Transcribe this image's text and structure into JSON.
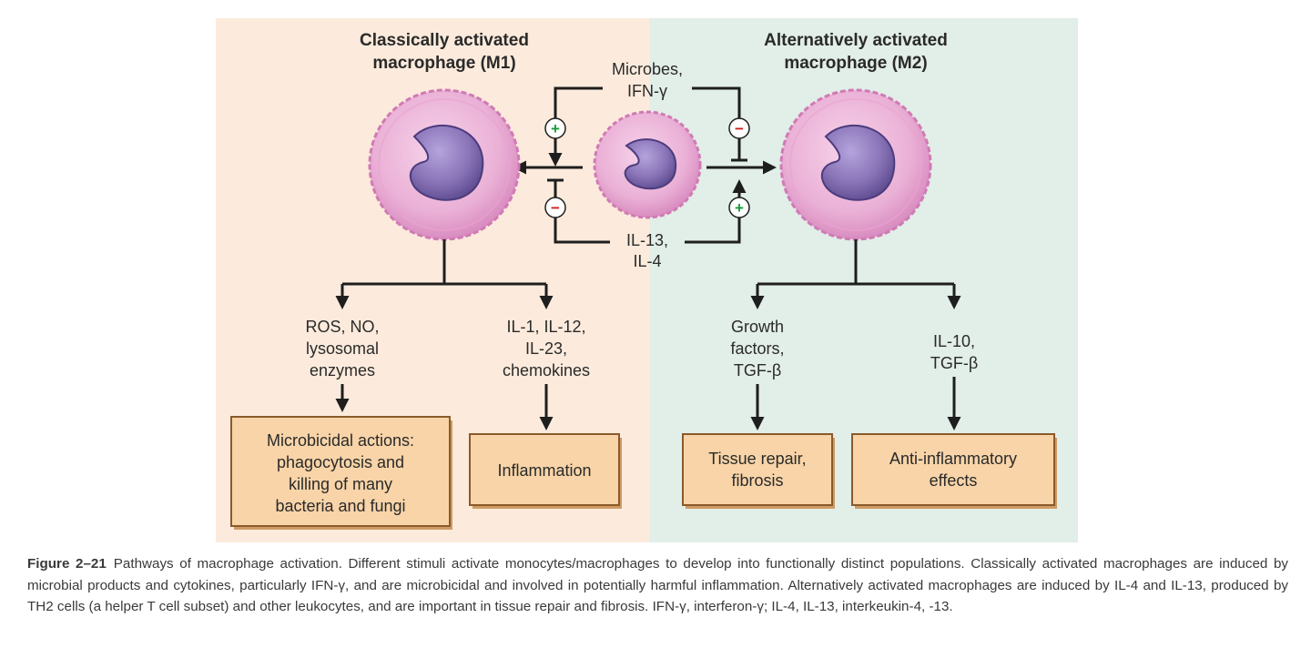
{
  "panels": {
    "m1_title_line1": "Classically activated",
    "m1_title_line2": "macrophage (M1)",
    "m2_title_line1": "Alternatively activated",
    "m2_title_line2": "macrophage (M2)"
  },
  "stimuli": {
    "top_line1": "Microbes,",
    "top_line2": "IFN-γ",
    "bottom_line1": "IL-13,",
    "bottom_line2": "IL-4"
  },
  "signs": {
    "plus": "+",
    "minus": "−"
  },
  "m1_products": {
    "left_line1": "ROS, NO,",
    "left_line2": "lysosomal",
    "left_line3": "enzymes",
    "right_line1": "IL-1, IL-12,",
    "right_line2": "IL-23,",
    "right_line3": "chemokines"
  },
  "m2_products": {
    "left_line1": "Growth",
    "left_line2": "factors,",
    "left_line3": "TGF-β",
    "right_line1": "IL-10,",
    "right_line2": "TGF-β"
  },
  "outcomes": {
    "microbicidal_line1": "Microbicidal actions:",
    "microbicidal_line2": "phagocytosis and",
    "microbicidal_line3": "killing of many",
    "microbicidal_line4": "bacteria and fungi",
    "inflammation": "Inflammation",
    "repair_line1": "Tissue repair,",
    "repair_line2": "fibrosis",
    "antiinflam_line1": "Anti-inflammatory",
    "antiinflam_line2": "effects"
  },
  "caption": {
    "figure_label": "Figure 2–21",
    "text": "Pathways of macrophage activation. Different stimuli activate monocytes/macrophages to develop into functionally distinct populations. Classically activated macrophages are induced by microbial products and cytokines, particularly IFN-γ, and are microbicidal and involved in potentially harmful inflammation. Alternatively activated macrophages are induced by IL-4 and IL-13, produced by TH2 cells (a helper T cell subset) and other leukocytes, and are important in tissue repair and fibrosis. IFN-γ, interferon-γ; IL-4, IL-13, interkeukin-4, -13."
  },
  "colors": {
    "m1_background": "#fcebdc",
    "m2_background": "#e2eee8",
    "box_fill": "#f8d4a8",
    "cell_outer": "#e8a8d0",
    "nucleus": "#8a74b8",
    "plus_color": "#1a9a3a",
    "minus_color": "#d02020"
  }
}
